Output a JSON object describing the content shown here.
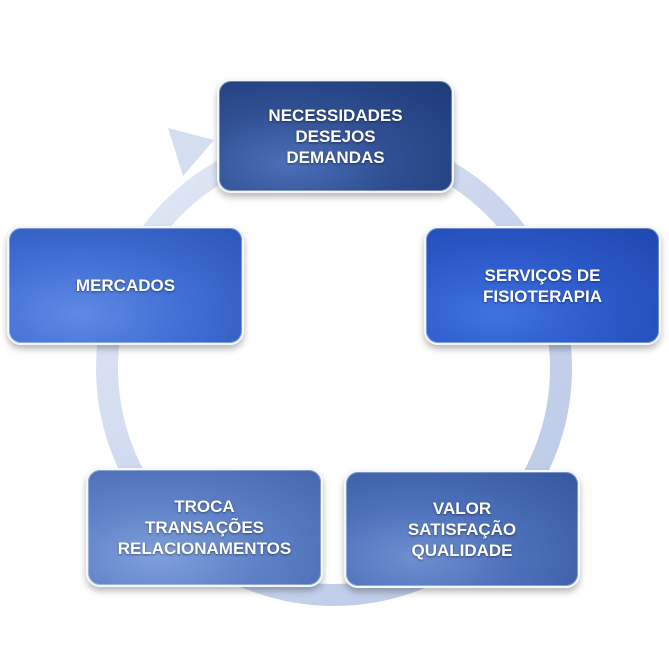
{
  "nodes": [
    {
      "id": "needs",
      "lines": [
        "NECESSIDADES",
        "DESEJOS",
        "DEMANDAS"
      ]
    },
    {
      "id": "services",
      "lines": [
        "SERVIÇOS DE",
        "FISIOTERAPIA"
      ]
    },
    {
      "id": "value",
      "lines": [
        "VALOR",
        "SATISFAÇÃO",
        "QUALIDADE"
      ]
    },
    {
      "id": "exchange",
      "lines": [
        "TROCA",
        "TRANSAÇÕES",
        "RELACIONAMENTOS"
      ]
    },
    {
      "id": "markets",
      "lines": [
        "MERCADOS"
      ]
    }
  ],
  "colors": {
    "ring": "#cfd9ee",
    "ring_edge": "#b5c4e2",
    "needs": "#2f4f92",
    "services": "#2d5bcc",
    "value": "#4c6fba",
    "exchange": "#5d80c6",
    "markets": "#416fd4"
  }
}
